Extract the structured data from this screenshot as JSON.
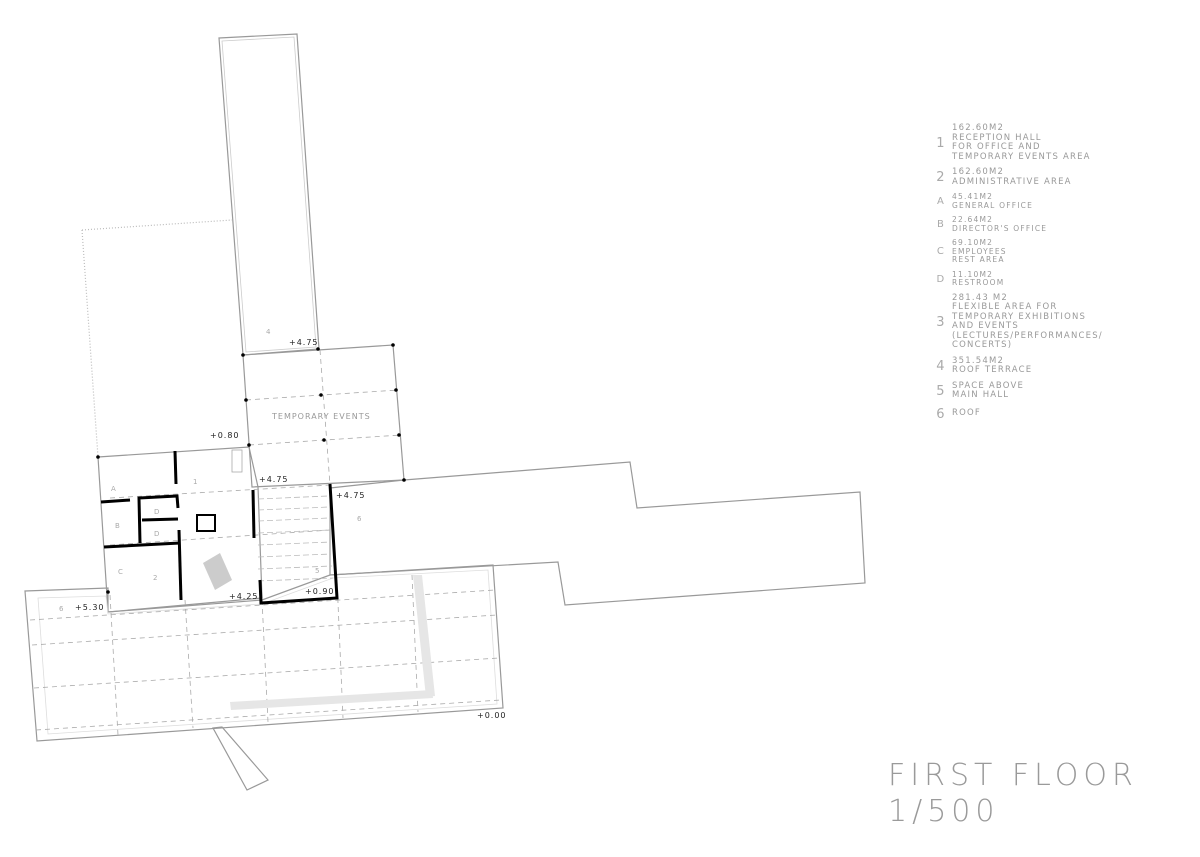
{
  "legend": [
    {
      "key": "1",
      "area": "162.60M2",
      "desc": [
        "RECEPTION HALL",
        "FOR OFFICE AND",
        "TEMPORARY EVENTS AREA"
      ]
    },
    {
      "key": "2",
      "area": "162.60M2",
      "desc": [
        "ADMINISTRATIVE AREA"
      ]
    },
    {
      "key": "A",
      "area": "45.41M2",
      "desc": [
        "GENERAL OFFICE"
      ],
      "sub": true
    },
    {
      "key": "B",
      "area": "22.64M2",
      "desc": [
        "DIRECTOR'S OFFICE"
      ],
      "sub": true
    },
    {
      "key": "C",
      "area": "69.10M2",
      "desc": [
        "EMPLOYEES",
        "REST AREA"
      ],
      "sub": true
    },
    {
      "key": "D",
      "area": "11.10M2",
      "desc": [
        "RESTROOM"
      ],
      "sub": true
    },
    {
      "key": "3",
      "area": "281.43 M2",
      "desc": [
        "FLEXIBLE AREA FOR",
        "TEMPORARY EXHIBITIONS",
        "AND EVENTS",
        "(LECTURES/PERFORMANCES/",
        "CONCERTS)"
      ]
    },
    {
      "key": "4",
      "area": "351.54M2",
      "desc": [
        "ROOF TERRACE"
      ]
    },
    {
      "key": "5",
      "area": "",
      "desc": [
        "SPACE ABOVE",
        "MAIN HALL"
      ]
    },
    {
      "key": "6",
      "area": "",
      "desc": [
        "ROOF"
      ]
    }
  ],
  "plan": {
    "zone_label": "TEMPORARY EVENTS",
    "levels": {
      "l1": "+4.75",
      "l2": "+0.80",
      "l3": "+4.75",
      "l4": "+4.75",
      "l5": "+4.25",
      "l6": "+0.90",
      "l7": "+5.30",
      "l8": "+0.00"
    },
    "rooms": {
      "r4": "4",
      "r1": "1",
      "rA": "A",
      "rB": "B",
      "rD1": "D",
      "rD2": "D",
      "rC": "C",
      "r2": "2",
      "r5": "5",
      "r6a": "6",
      "r6b": "6"
    }
  },
  "title": {
    "line1": "FIRST FLOOR",
    "line2": "1/500"
  }
}
